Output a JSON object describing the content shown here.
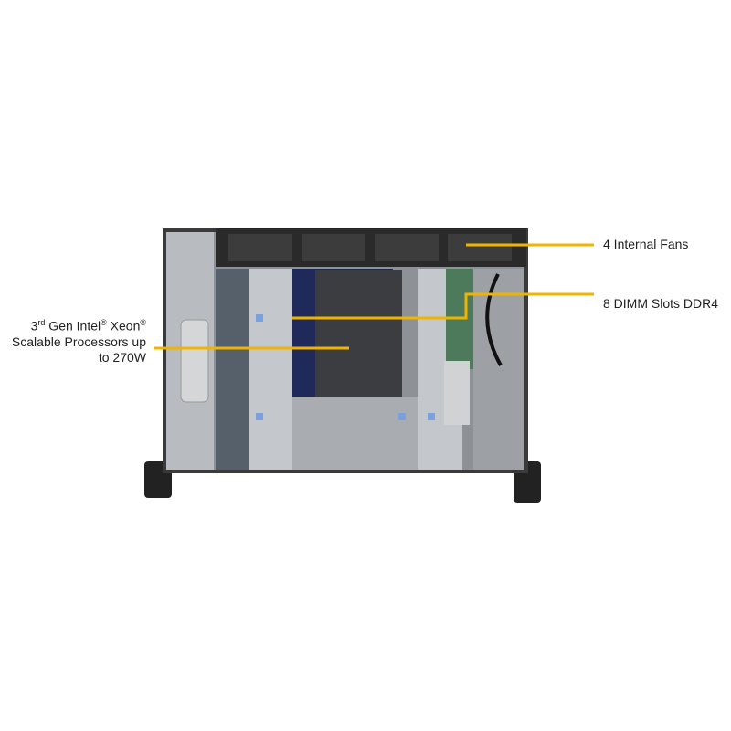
{
  "callouts": {
    "fans": "4 Internal  Fans",
    "dimm": "8 DIMM  Slots DDR4",
    "cpu": {
      "gen": "3",
      "gen_suffix": "rd",
      "line1_a": " Gen Intel",
      "reg": "®",
      "line1_b": "  Xeon",
      "line2": "Scalable Processors up",
      "line3": "to 270W"
    }
  },
  "colors": {
    "callout_line": "#f0b400"
  }
}
